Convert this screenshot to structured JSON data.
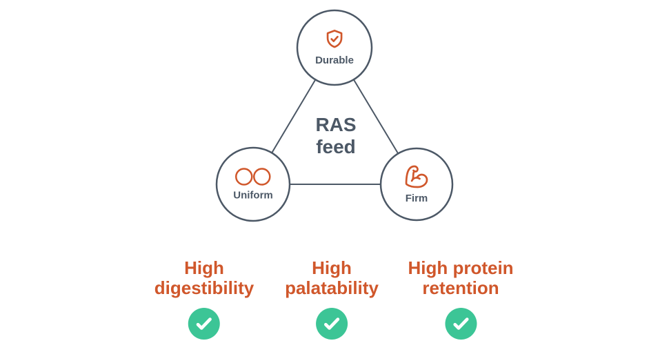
{
  "colors": {
    "slate": "#4c5866",
    "orange": "#d0572b",
    "green": "#3cc596",
    "background": "#ffffff"
  },
  "diagram": {
    "center_label": {
      "line1": "RAS",
      "line2": "feed"
    },
    "nodes": [
      {
        "id": "durable",
        "label": "Durable",
        "icon": "shield-check-icon"
      },
      {
        "id": "uniform",
        "label": "Uniform",
        "icon": "two-circles-icon"
      },
      {
        "id": "firm",
        "label": "Firm",
        "icon": "bicep-icon"
      }
    ]
  },
  "benefits": [
    {
      "line1": "High",
      "line2": "digestibility",
      "icon": "check-icon"
    },
    {
      "line1": "High",
      "line2": "palatability",
      "icon": "check-icon"
    },
    {
      "line1": "High protein",
      "line2": "retention",
      "icon": "check-icon"
    }
  ]
}
